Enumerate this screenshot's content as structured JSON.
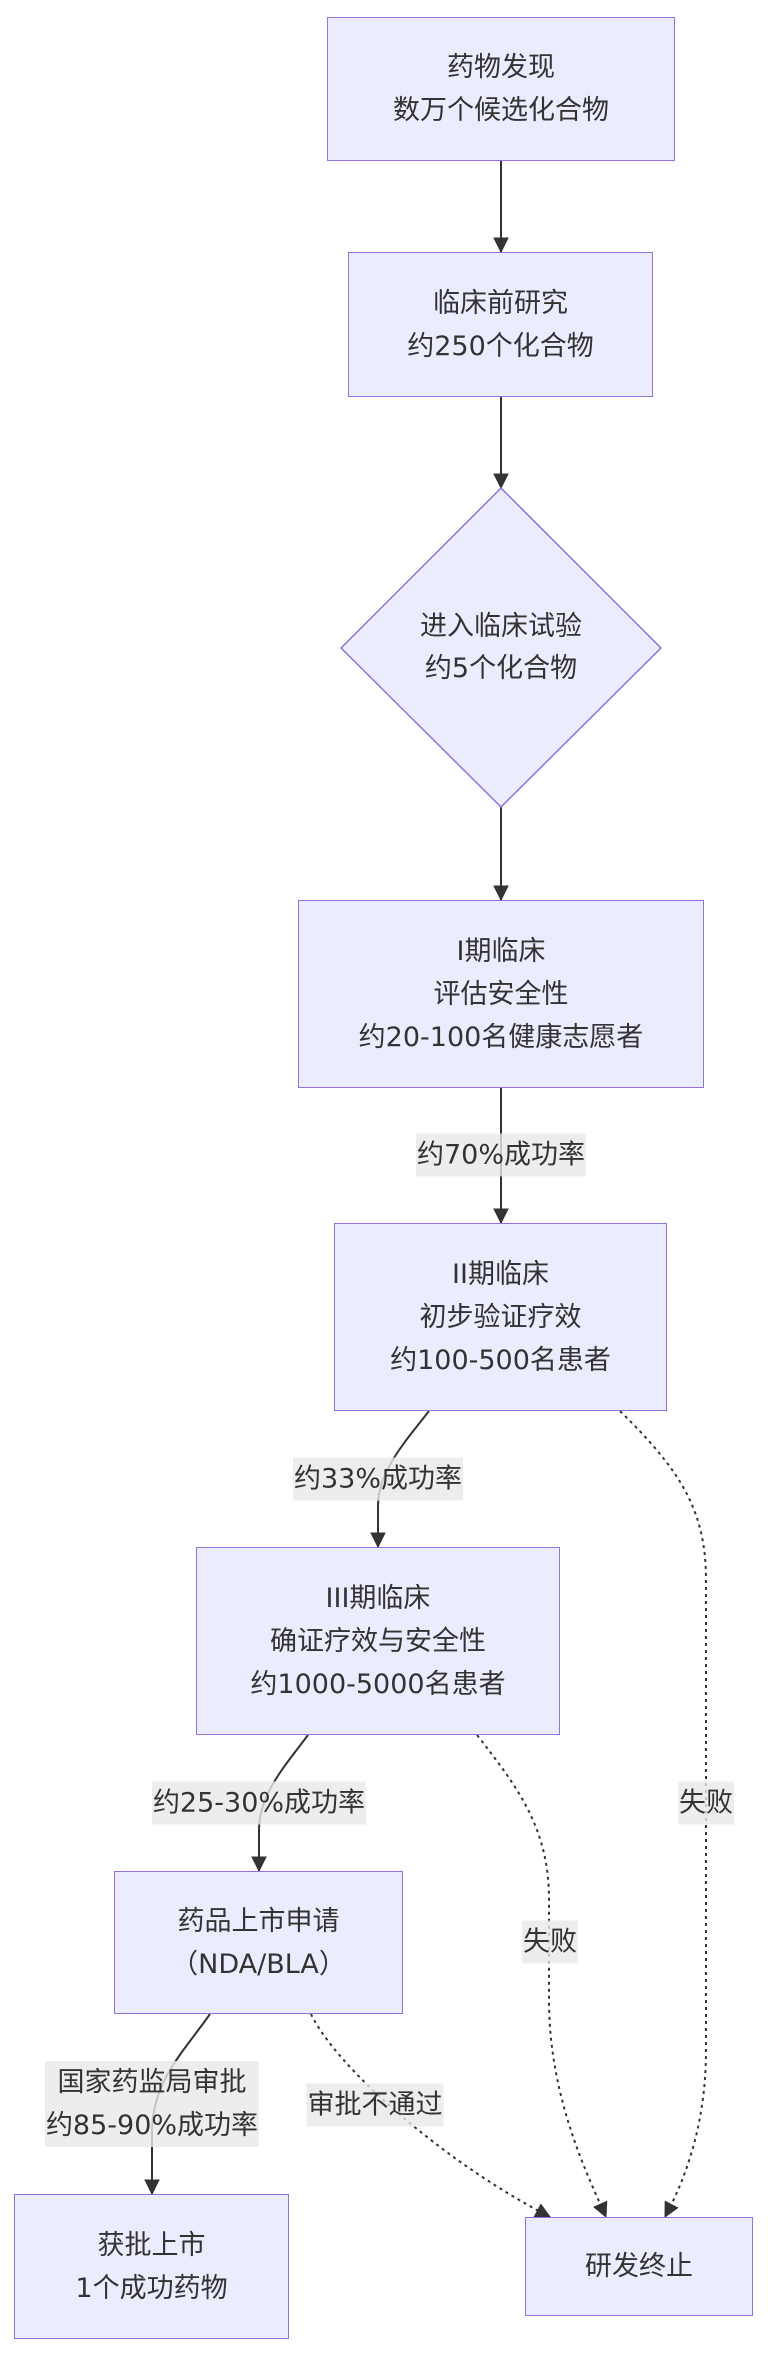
{
  "theme": {
    "node_fill": "#ECECFF",
    "node_stroke": "#9370DB",
    "edge_color": "#333333",
    "label_bg": "rgba(232,232,232,0.8)",
    "text_color": "#333333"
  },
  "diagram": {
    "type": "flowchart-top-down",
    "nodes": {
      "discovery": {
        "shape": "rect",
        "lines": [
          "药物发现",
          "数万个候选化合物"
        ]
      },
      "preclinical": {
        "shape": "rect",
        "lines": [
          "临床前研究",
          "约250个化合物"
        ]
      },
      "clinical_entry": {
        "shape": "diamond",
        "lines": [
          "进入临床试验",
          "约5个化合物"
        ]
      },
      "phase1": {
        "shape": "rect",
        "lines": [
          "I期临床",
          "评估安全性",
          "约20-100名健康志愿者"
        ]
      },
      "phase2": {
        "shape": "rect",
        "lines": [
          "II期临床",
          "初步验证疗效",
          "约100-500名患者"
        ]
      },
      "phase3": {
        "shape": "rect",
        "lines": [
          "III期临床",
          "确证疗效与安全性",
          "约1000-5000名患者"
        ]
      },
      "nda": {
        "shape": "rect",
        "lines": [
          "药品上市申请",
          "（NDA/BLA）"
        ]
      },
      "approved": {
        "shape": "rect",
        "lines": [
          "获批上市",
          "1个成功药物"
        ]
      },
      "terminated": {
        "shape": "rect",
        "lines": [
          "研发终止"
        ]
      }
    },
    "edges": [
      {
        "from": "discovery",
        "to": "preclinical",
        "style": "solid",
        "label_lines": []
      },
      {
        "from": "preclinical",
        "to": "clinical_entry",
        "style": "solid",
        "label_lines": []
      },
      {
        "from": "clinical_entry",
        "to": "phase1",
        "style": "solid",
        "label_lines": []
      },
      {
        "from": "phase1",
        "to": "phase2",
        "style": "solid",
        "label_lines": [
          "约70%成功率"
        ]
      },
      {
        "from": "phase2",
        "to": "phase3",
        "style": "solid",
        "label_lines": [
          "约33%成功率"
        ]
      },
      {
        "from": "phase2",
        "to": "terminated",
        "style": "dotted",
        "label_lines": [
          "失败"
        ]
      },
      {
        "from": "phase3",
        "to": "nda",
        "style": "solid",
        "label_lines": [
          "约25-30%成功率"
        ]
      },
      {
        "from": "phase3",
        "to": "terminated",
        "style": "dotted",
        "label_lines": [
          "失败"
        ]
      },
      {
        "from": "nda",
        "to": "approved",
        "style": "solid",
        "label_lines": [
          "国家药监局审批",
          "约85-90%成功率"
        ]
      },
      {
        "from": "nda",
        "to": "terminated",
        "style": "dotted",
        "label_lines": [
          "审批不通过"
        ]
      }
    ]
  }
}
